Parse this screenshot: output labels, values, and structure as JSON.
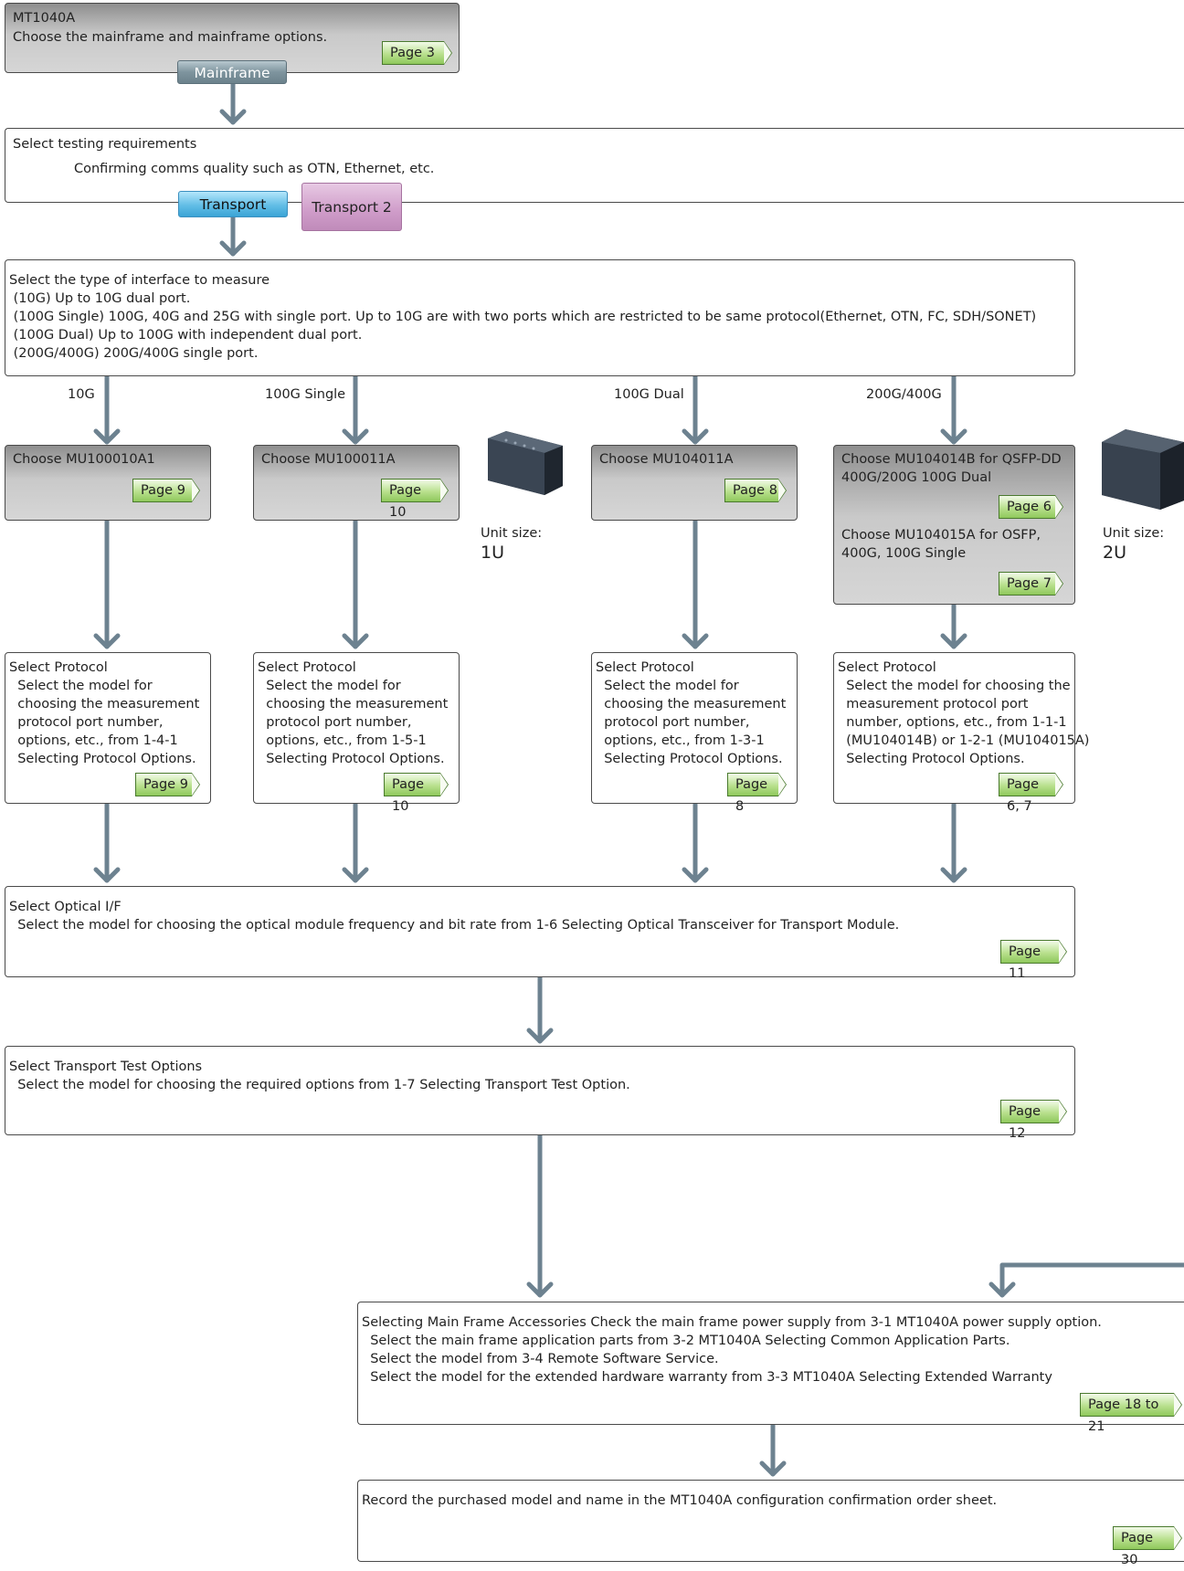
{
  "mainframe": {
    "lines": [
      "MT1040A",
      "Choose the mainframe and mainframe options."
    ],
    "page": "Page 3",
    "tag": "Mainframe"
  },
  "requirements": {
    "title": "Select testing requirements",
    "desc": "Confirming comms quality such as OTN, Ethernet, etc.",
    "tags": [
      "Transport",
      "Transport 2"
    ]
  },
  "interface": {
    "lines": [
      "Select the type of interface to measure",
      " (10G) Up to 10G dual port.",
      " (100G Single) 100G, 40G and 25G with single port. Up to 10G are with two ports which are restricted to be same protocol(Ethernet, OTN, FC, SDH/SONET)",
      " (100G Dual) Up to 100G with independent dual port.",
      " (200G/400G) 200G/400G single port."
    ]
  },
  "branch_labels": [
    "10G",
    "100G Single",
    "100G Dual",
    "200G/400G"
  ],
  "modules": [
    {
      "lines": [
        "Choose MU100010A1"
      ],
      "page": "Page 9"
    },
    {
      "lines": [
        "Choose MU100011A"
      ],
      "page": "Page 10"
    },
    {
      "lines": [
        "Choose MU104011A"
      ],
      "page": "Page 8"
    },
    {
      "lines": [
        "Choose MU104014B for QSFP-DD",
        "400G/200G 100G Dual"
      ],
      "page": "Page 6",
      "lines2": [
        "Choose MU104015A for OSFP,",
        "400G, 100G Single"
      ],
      "page2": "Page 7"
    }
  ],
  "units": [
    {
      "label": "Unit size:",
      "size": "1U"
    },
    {
      "label": "Unit size:",
      "size": "2U"
    }
  ],
  "protocols": [
    {
      "lines": [
        "Select Protocol",
        "  Select the model for",
        "  choosing the measurement",
        "  protocol port number,",
        "  options, etc., from 1-4-1",
        "  Selecting Protocol Options."
      ],
      "page": "Page 9"
    },
    {
      "lines": [
        "Select Protocol",
        "  Select the model for",
        "  choosing the measurement",
        "  protocol port number,",
        "  options, etc., from 1-5-1",
        "  Selecting Protocol Options."
      ],
      "page": "Page 10"
    },
    {
      "lines": [
        "Select Protocol",
        "  Select the model for",
        "  choosing the measurement",
        "  protocol port number,",
        "  options, etc., from 1-3-1",
        "  Selecting Protocol Options."
      ],
      "page": "Page 8"
    },
    {
      "lines": [
        "Select Protocol",
        "  Select the model for choosing the",
        "  measurement protocol port",
        "  number, options, etc., from 1-1-1",
        "  (MU104014B) or 1-2-1 (MU104015A)",
        "  Selecting Protocol Options."
      ],
      "page": "Page 6, 7"
    }
  ],
  "optical": {
    "lines": [
      "Select Optical I/F",
      "  Select the model for choosing the optical module frequency and bit rate from 1-6 Selecting Optical Transceiver for Transport Module."
    ],
    "page": "Page 11"
  },
  "testopts": {
    "lines": [
      "Select Transport Test Options",
      "  Select the model for choosing the required options from 1-7 Selecting Transport Test Option."
    ],
    "page": "Page 12"
  },
  "accessories": {
    "lines": [
      "Selecting Main Frame Accessories Check the main frame power supply from 3-1 MT1040A power supply option.",
      "  Select the main frame application parts from 3-2 MT1040A Selecting Common Application Parts.",
      "  Select the model from 3-4 Remote Software Service.",
      "  Select the model for the extended hardware warranty from 3-3 MT1040A Selecting Extended Warranty"
    ],
    "page": "Page 18 to 21"
  },
  "record": {
    "lines": [
      "Record the purchased model and name in the MT1040A configuration confirmation order sheet."
    ],
    "page": "Page 30"
  },
  "colors": {
    "arrow": "#6d8290",
    "page_green": "#a9d67a",
    "transport_blue": "#6cc3ea",
    "transport2_purple": "#d4a5cf",
    "mainframe_tag": "#8da3ad"
  }
}
